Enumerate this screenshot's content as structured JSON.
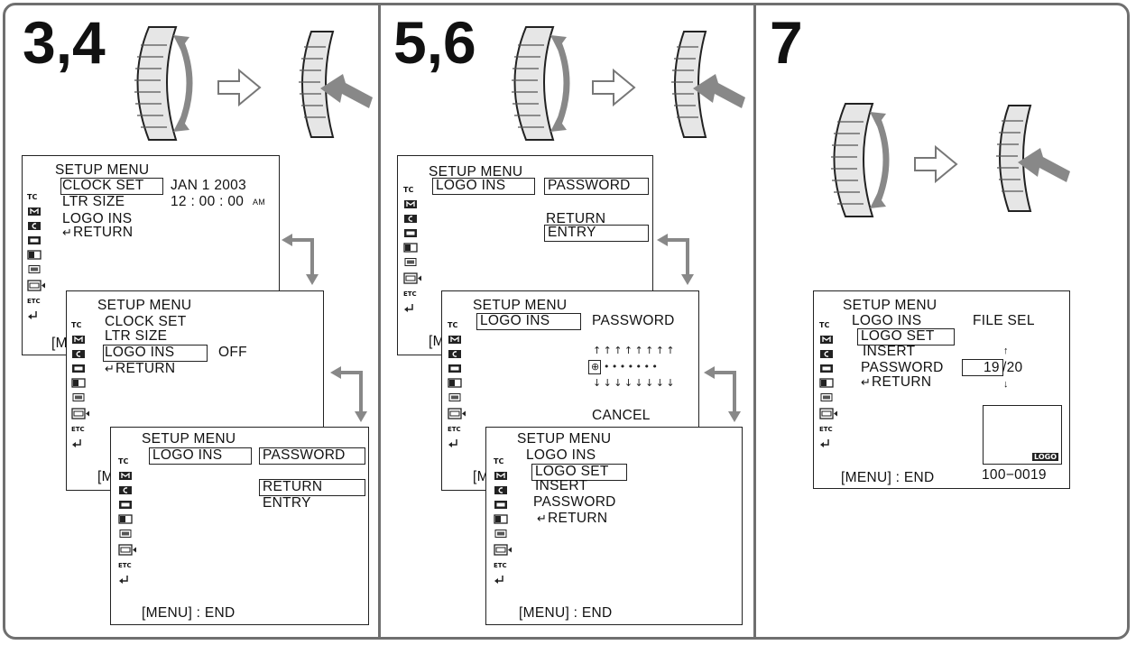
{
  "steps": [
    {
      "label": "3,4"
    },
    {
      "label": "5,6"
    },
    {
      "label": "7"
    }
  ],
  "icons": [
    "tc-icon",
    "m-icon",
    "c-icon",
    "tape-icon",
    "vcr-icon",
    "memory-icon",
    "setup-icon",
    "etc-icon",
    "return-icon"
  ],
  "icon_text": {
    "tc": "TC",
    "etc": "ETC"
  },
  "screens": {
    "s34a": {
      "title": "SETUP MENU",
      "row1": "CLOCK SET",
      "row1_val": "JAN   1 2003",
      "row2": "LTR SIZE",
      "row2_val": "12 : 00 : 00",
      "am": "AM",
      "row3": "LOGO INS",
      "row4": "RETURN",
      "footer": "[M"
    },
    "s34b": {
      "title": "SETUP MENU",
      "row1": "CLOCK SET",
      "row2": "LTR SIZE",
      "row3": "LOGO INS",
      "row3_val": "OFF",
      "row4": "RETURN",
      "footer": "[M"
    },
    "s34c": {
      "title": "SETUP MENU",
      "row1": "LOGO INS",
      "row1_val": "PASSWORD",
      "opt1": "RETURN",
      "opt2": "ENTRY",
      "footer": "[MENU] : END"
    },
    "s56a": {
      "title": "SETUP MENU",
      "row1": "LOGO INS",
      "row1_val": "PASSWORD",
      "opt1": "RETURN",
      "opt2": "ENTRY",
      "footer": "[M"
    },
    "s56b": {
      "title": "SETUP MENU",
      "row1": "LOGO INS",
      "row1_val": "PASSWORD",
      "arrows_up": "↑↑↑↑↑↑↑↑",
      "digits": "•••••••",
      "arrows_down": "↓↓↓↓↓↓↓↓",
      "cancel": "CANCEL",
      "footer": "[M"
    },
    "s56c": {
      "title": "SETUP MENU",
      "row1": "LOGO INS",
      "row2": "LOGO SET",
      "row3": "INSERT",
      "row4": "PASSWORD",
      "row5": "RETURN",
      "footer": "[MENU] : END"
    },
    "s7": {
      "title": "SETUP MENU",
      "row1": "LOGO INS",
      "row1_val": "FILE SEL",
      "row2": "LOGO SET",
      "row3": "INSERT",
      "row4": "PASSWORD",
      "row4_val": "19",
      "row4_total": "/20",
      "row5": "RETURN",
      "logo_badge": "LOGO",
      "footer": "[MENU] : END",
      "file_no": "100−0019"
    }
  },
  "colors": {
    "frame": "#6f6f6f",
    "ink": "#111111",
    "dial_fill": "#e6e6e6",
    "arrow": "#777777"
  }
}
